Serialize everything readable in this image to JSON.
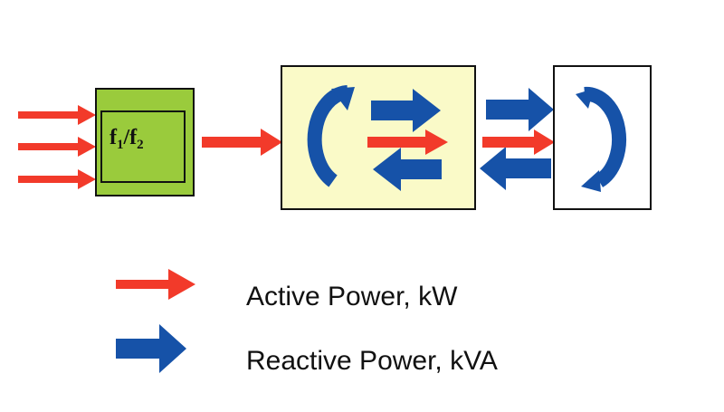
{
  "colors": {
    "active_power": "#f23a2a",
    "reactive_power": "#1652a8",
    "converter_fill": "#9acb3c",
    "system_fill": "#fafac8",
    "load_fill": "#ffffff",
    "outline": "#111111"
  },
  "converter": {
    "label_f": "f",
    "label_sub1": "1",
    "label_slash": "/f",
    "label_sub2": "2"
  },
  "legend": {
    "active_label": "Active Power, kW",
    "reactive_label": "Reactive Power, kVA"
  },
  "icons": {
    "active_arrow": "red-arrow-icon",
    "reactive_arrow": "blue-arrow-icon",
    "circulation": "circular-arrow-icon"
  }
}
